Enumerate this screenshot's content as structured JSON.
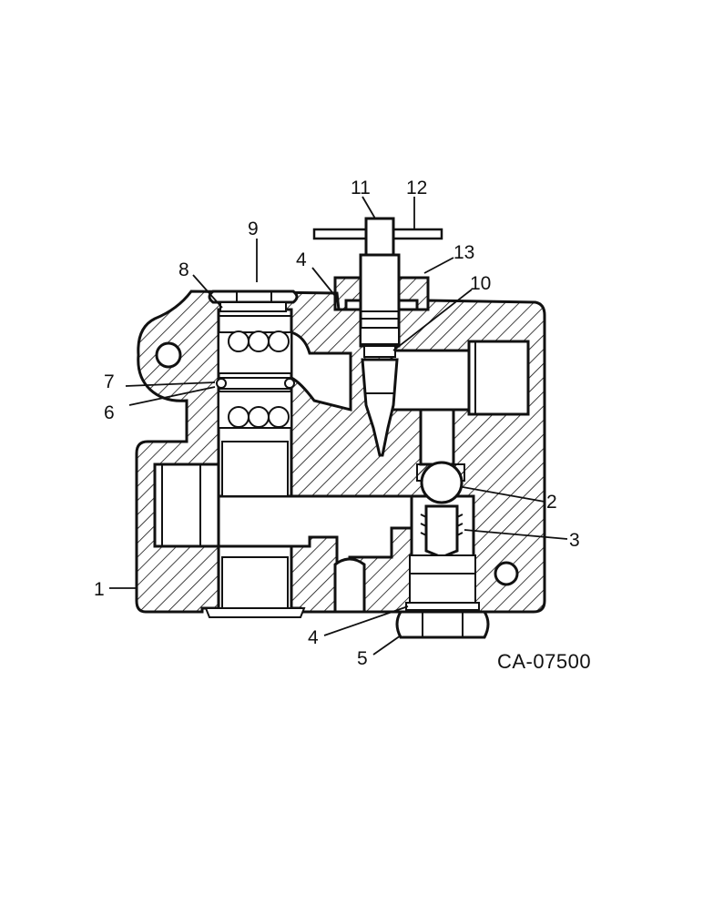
{
  "diagram": {
    "figure_id": "CA-07500",
    "callouts": [
      {
        "id": "c1",
        "label": "1"
      },
      {
        "id": "c2",
        "label": "2"
      },
      {
        "id": "c3",
        "label": "3"
      },
      {
        "id": "c4a",
        "label": "4"
      },
      {
        "id": "c4b",
        "label": "4"
      },
      {
        "id": "c5",
        "label": "5"
      },
      {
        "id": "c6",
        "label": "6"
      },
      {
        "id": "c7",
        "label": "7"
      },
      {
        "id": "c8",
        "label": "8"
      },
      {
        "id": "c9",
        "label": "9"
      },
      {
        "id": "c10",
        "label": "10"
      },
      {
        "id": "c11",
        "label": "11"
      },
      {
        "id": "c12",
        "label": "12"
      },
      {
        "id": "c13",
        "label": "13"
      }
    ]
  }
}
